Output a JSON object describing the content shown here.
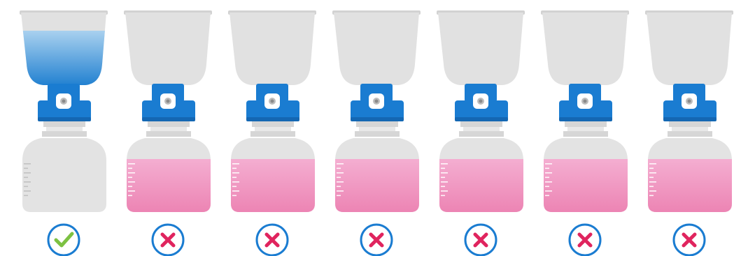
{
  "colors": {
    "funnel_empty": "#e1e1e1",
    "funnel_rim": "#d2d2d2",
    "liquid_blue_top": "#a9d1ef",
    "liquid_blue_bottom": "#1f7fd0",
    "clamp_blue": "#1a7cd1",
    "clamp_blue_dark": "#1467b3",
    "bottle_empty": "#e3e3e3",
    "neck": "#d6d6d6",
    "liquid_pink_top": "#f4aed1",
    "liquid_pink_bottom": "#ec82b2",
    "circle_border": "#1a7cd1",
    "check_green": "#7cc142",
    "cross_pink": "#e0245e"
  },
  "units": [
    {
      "funnel": "filled",
      "bottle": "empty",
      "status": "check"
    },
    {
      "funnel": "empty",
      "bottle": "filled",
      "status": "cross"
    },
    {
      "funnel": "empty",
      "bottle": "filled",
      "status": "cross"
    },
    {
      "funnel": "empty",
      "bottle": "filled",
      "status": "cross"
    },
    {
      "funnel": "empty",
      "bottle": "filled",
      "status": "cross"
    },
    {
      "funnel": "empty",
      "bottle": "filled",
      "status": "cross"
    },
    {
      "funnel": "empty",
      "bottle": "filled",
      "status": "cross"
    }
  ]
}
